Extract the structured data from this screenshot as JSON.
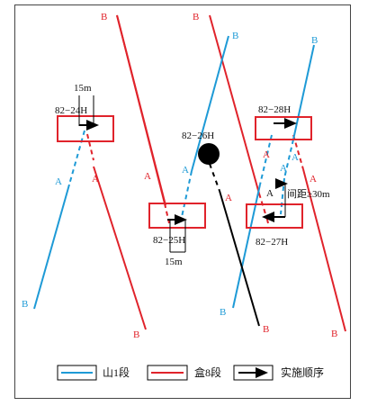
{
  "colors": {
    "shan1": "#1e9ad6",
    "he8": "#e0232b",
    "order": "#000000",
    "well_box": "#e0232b"
  },
  "wells": {
    "w24": "82−24H",
    "w25": "82−25H",
    "w26": "82−26H",
    "w27": "82−27H",
    "w28": "82−28H"
  },
  "labels": {
    "a": "A",
    "b": "B",
    "dim_24": "15m",
    "dim_25": "15m",
    "spacing": "间距≥30m"
  },
  "legend": {
    "shan1": "山1段",
    "he8": "盒8段",
    "order": "实施顺序"
  }
}
